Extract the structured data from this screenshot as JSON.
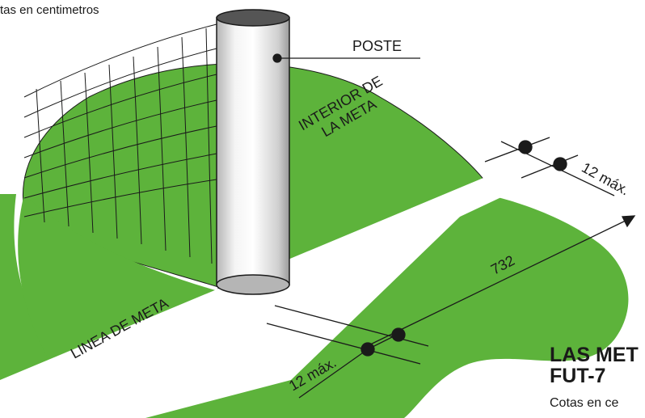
{
  "note_top": "tas en centimetros",
  "labels": {
    "post": "POSTE",
    "interior_line1": "INTERIOR DE",
    "interior_line2": "LA META",
    "goal_line": "LINEA DE META"
  },
  "dimensions": {
    "goal_width": "732",
    "max_top": "12 máx.",
    "max_bottom": "12 máx."
  },
  "heading": {
    "line1": "LAS MET",
    "line2": "FUT-7",
    "subtitle": "Cotas en ce"
  },
  "colors": {
    "grass": "#5db33b",
    "post_light": "#f2f2f2",
    "post_dark": "#9a9a9a",
    "ink": "#1a1a1a"
  }
}
